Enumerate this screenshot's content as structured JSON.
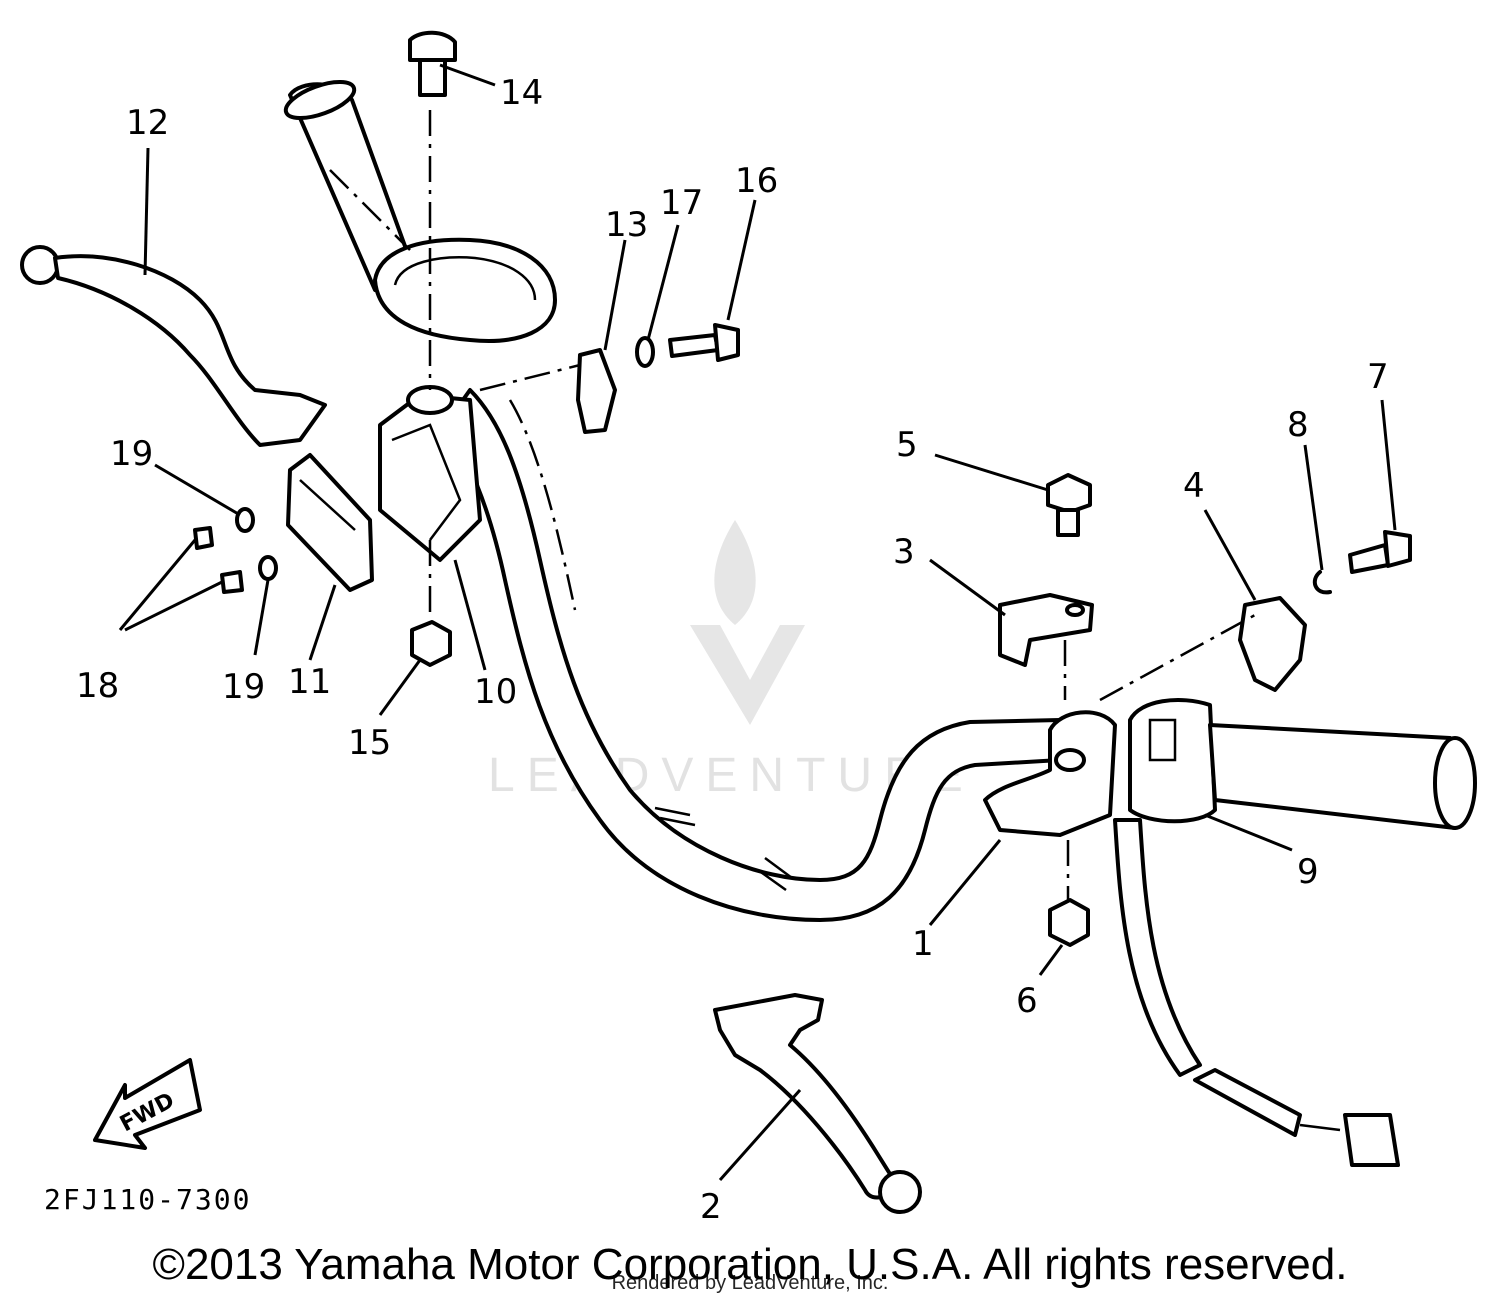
{
  "watermark": {
    "brand": "LEADVENTURE"
  },
  "diagram_code": "2FJ110-7300",
  "fwd_label": "FWD",
  "copyright": "©2013 Yamaha Motor Corporation, U.S.A. All rights reserved.",
  "rendered_by": "Rendered by LeadVenture, Inc.",
  "part_labels": [
    "1",
    "2",
    "3",
    "4",
    "5",
    "6",
    "7",
    "8",
    "9",
    "10",
    "11",
    "12",
    "13",
    "14",
    "15",
    "16",
    "17",
    "18",
    "19",
    "19"
  ]
}
